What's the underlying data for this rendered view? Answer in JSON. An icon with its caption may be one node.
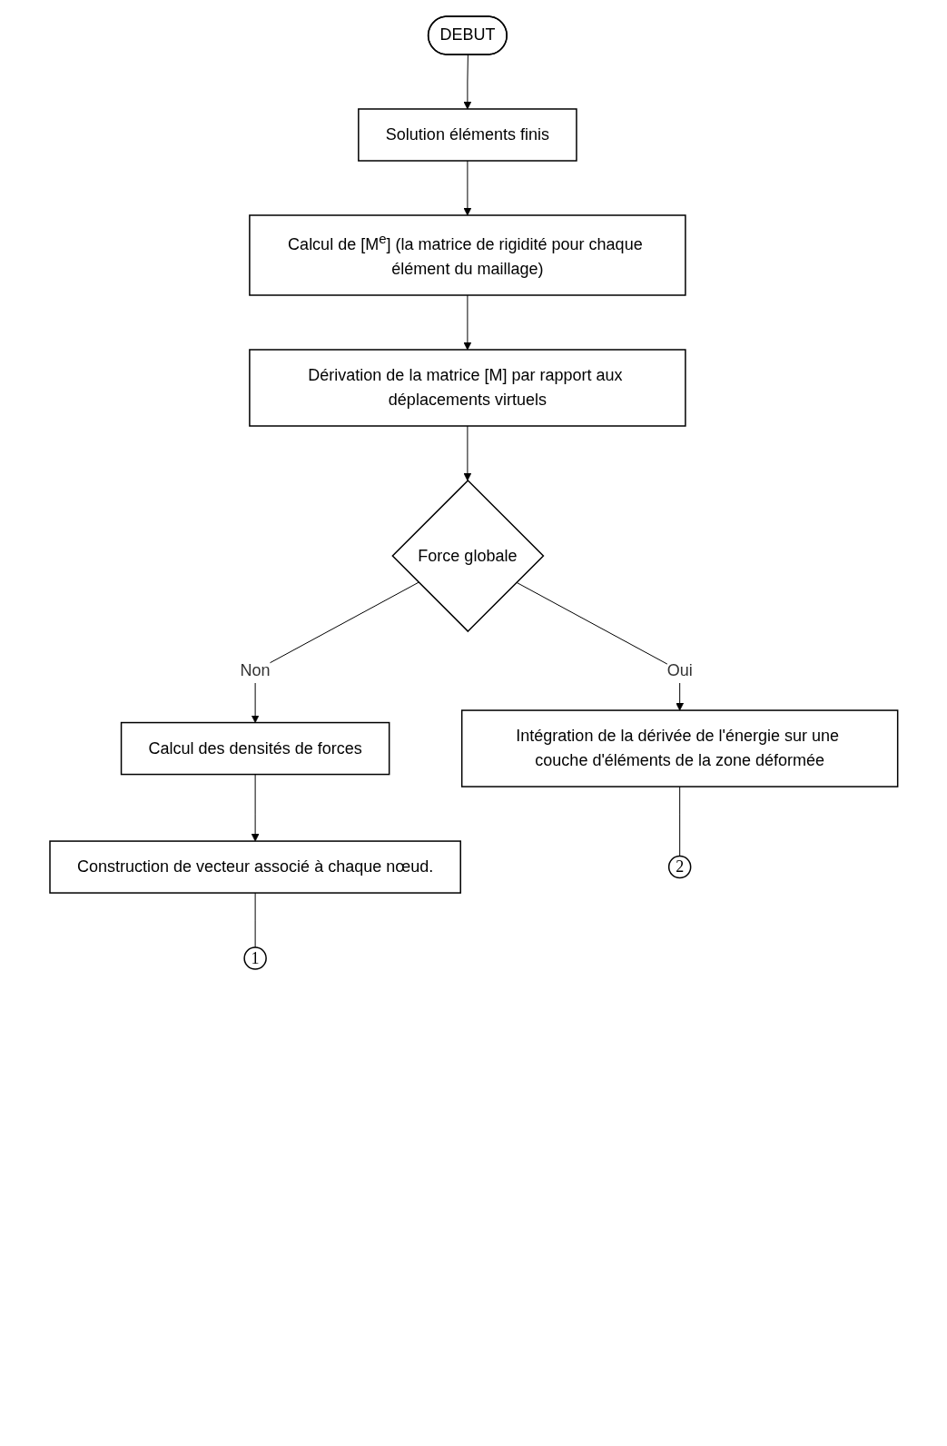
{
  "diagram": {
    "nodes": [
      {
        "text": [
          "DEBUT"
        ]
      },
      {
        "text": [
          "Solution éléments finis"
        ]
      },
      {
        "text": [
          "Calcul de [M$^{e}$] (la matrice de rigidité pour chaque élément du maillage)"
        ]
      },
      {
        "text": [
          "Dérivation de la matrice [M] par rapport aux déplacements virtuels"
        ]
      },
      {
        "text": [
          "Force globale"
        ]
      },
      {
        "text": [
          "Intégration de la dérivée de l'énergie sur une couche d'éléments de la zone déformée"
        ]
      },
      {
        "text": [
          "Calcul des densités de forces"
        ]
      },
      {
        "text": [
          "Construction de vecteur associé à chaque nœud."
        ]
      },
      {
        "text": [
          "2"
        ]
      },
      {
        "text": [
          "1"
        ]
      }
    ],
    "edges": [
      {
        "from": 0,
        "to": 1,
        "arrow": "to"
      },
      {
        "from": 1,
        "to": 2,
        "arrow": "to"
      },
      {
        "from": 2,
        "to": 3,
        "arrow": "to"
      },
      {
        "from": 3,
        "to": 4,
        "arrow": "to"
      },
      {
        "from": 4,
        "to": 5,
        "arrow": "to",
        "label": "Oui"
      },
      {
        "from": 4,
        "to": 6,
        "arrow": "to",
        "label": "Non"
      },
      {
        "from": 6,
        "to": 7,
        "arrow": "to"
      },
      {
        "from": 5,
        "to": 8,
        "arrow": "none"
      },
      {
        "from": 7,
        "to": 9,
        "arrow": "none"
      }
    ]
  }
}
